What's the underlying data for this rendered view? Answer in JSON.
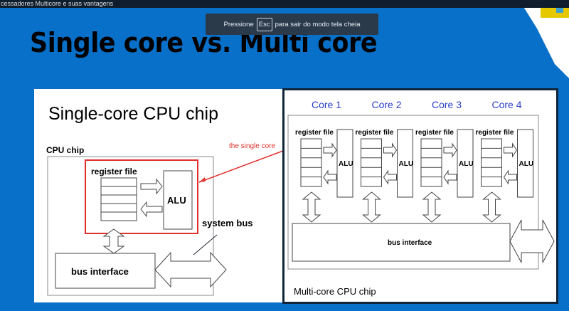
{
  "window": {
    "title": "cessadores Multicore e suas vantagens"
  },
  "toast": {
    "before": "Pressione",
    "key": "Esc",
    "after": "para sair do modo tela cheia"
  },
  "slide": {
    "title": "Single core vs. Multi core"
  },
  "single": {
    "heading": "Single-core CPU chip",
    "chip_label": "CPU chip",
    "register_file": "register file",
    "alu": "ALU",
    "annotation": "the single core",
    "system_bus": "system bus",
    "bus_interface": "bus interface",
    "annotation_color": "#e0302a"
  },
  "multi": {
    "cores": [
      "Core 1",
      "Core 2",
      "Core 3",
      "Core 4"
    ],
    "register_file": "register file",
    "alu": "ALU",
    "bus_interface": "bus interface",
    "caption": "Multi-core CPU chip",
    "core_color": "#2a3fc8"
  }
}
